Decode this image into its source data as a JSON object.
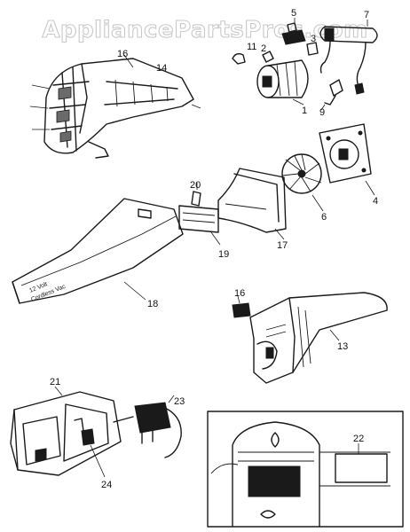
{
  "watermark": "AppliancePartsPros.com",
  "labels": {
    "l1": "1",
    "l2": "2",
    "l3": "3",
    "l4": "4",
    "l5": "5",
    "l6": "6",
    "l7": "7",
    "l9": "9",
    "l11": "11",
    "l13": "13",
    "l14": "14",
    "l16a": "16",
    "l16b": "16",
    "l17": "17",
    "l18": "18",
    "l19": "19",
    "l20": "20",
    "l21": "21",
    "l22": "22",
    "l23": "23",
    "l24": "24"
  },
  "product_text": {
    "brand": "12 Volt",
    "product": "Cordless Vac"
  }
}
